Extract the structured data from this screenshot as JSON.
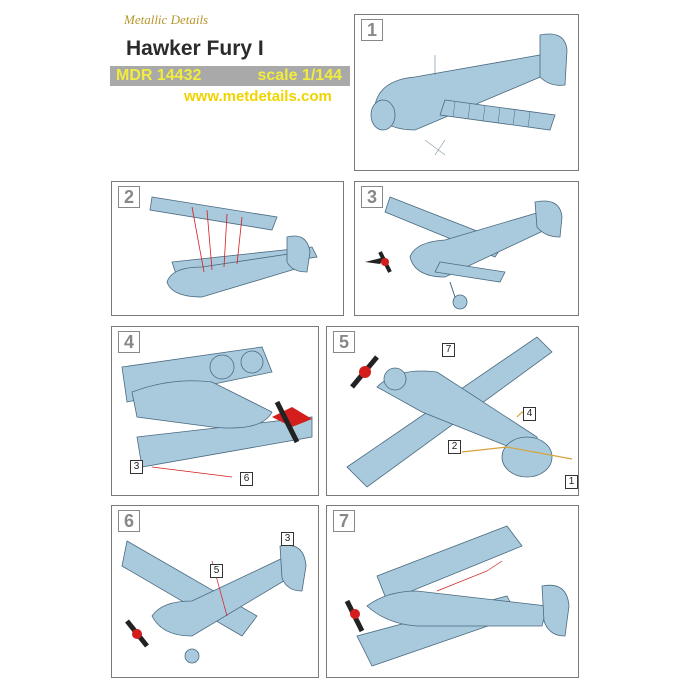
{
  "header": {
    "brand": "Metallic Details",
    "title": "Hawker Fury I",
    "code": "MDR 14432",
    "scale": "scale 1/144",
    "url": "www.metdetails.com"
  },
  "panels": [
    {
      "number": "1",
      "callouts": []
    },
    {
      "number": "2",
      "callouts": []
    },
    {
      "number": "3",
      "callouts": []
    },
    {
      "number": "4",
      "callouts": [
        "3",
        "6"
      ]
    },
    {
      "number": "5",
      "callouts": [
        "7",
        "4",
        "2",
        "1"
      ]
    },
    {
      "number": "6",
      "callouts": [
        "5",
        "3"
      ]
    },
    {
      "number": "7",
      "callouts": []
    }
  ],
  "colors": {
    "airframe": "#a9c9dc",
    "outline": "#4a6a80",
    "propeller": "#222222",
    "spinner": "#d41e1e",
    "etch": "#d6a33a"
  }
}
